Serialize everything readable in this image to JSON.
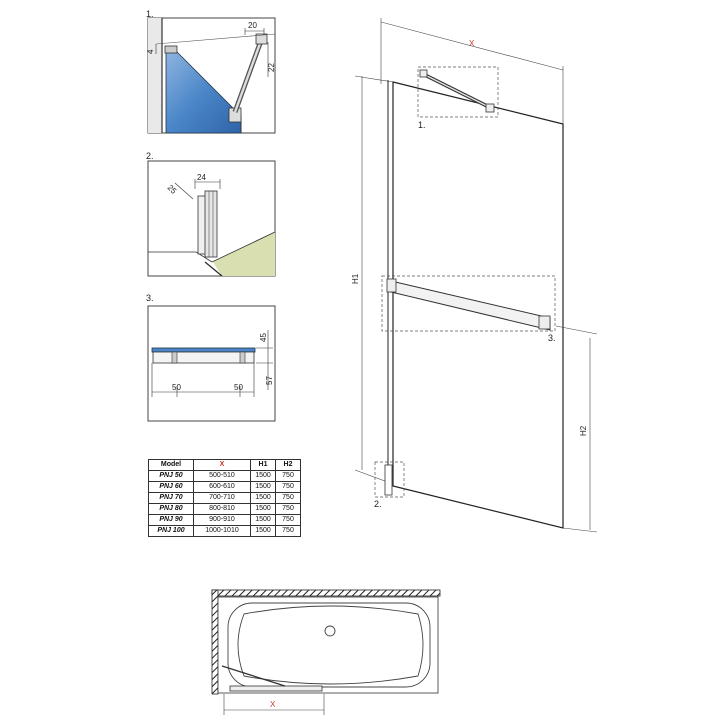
{
  "detail1": {
    "label": "1.",
    "dim_top": "20",
    "dim_side_left": "4",
    "dim_side_right": "22"
  },
  "detail2": {
    "label": "2.",
    "dim_a": "25",
    "dim_b": "24"
  },
  "detail3": {
    "label": "3.",
    "dim_left": "50",
    "dim_right": "50",
    "dim_upper": "45",
    "dim_lower": "57"
  },
  "main": {
    "x_label": "X",
    "h1_label": "H1",
    "h2_label": "H2",
    "callout1": "1.",
    "callout2": "2.",
    "callout3": "3."
  },
  "table": {
    "headers": [
      "Model",
      "X",
      "H1",
      "H2"
    ],
    "rows": [
      [
        "PNJ 50",
        "500-510",
        "1500",
        "750"
      ],
      [
        "PNJ 60",
        "600-610",
        "1500",
        "750"
      ],
      [
        "PNJ 70",
        "700-710",
        "1500",
        "750"
      ],
      [
        "PNJ 80",
        "800-810",
        "1500",
        "750"
      ],
      [
        "PNJ 90",
        "900-910",
        "1500",
        "750"
      ],
      [
        "PNJ 100",
        "1000-1010",
        "1500",
        "750"
      ]
    ]
  },
  "plan": {
    "x_label": "X"
  },
  "colors": {
    "glass": "#4a86c8",
    "dim_red": "#c0392b",
    "floor": "#d9dfb0",
    "line": "#222222"
  }
}
